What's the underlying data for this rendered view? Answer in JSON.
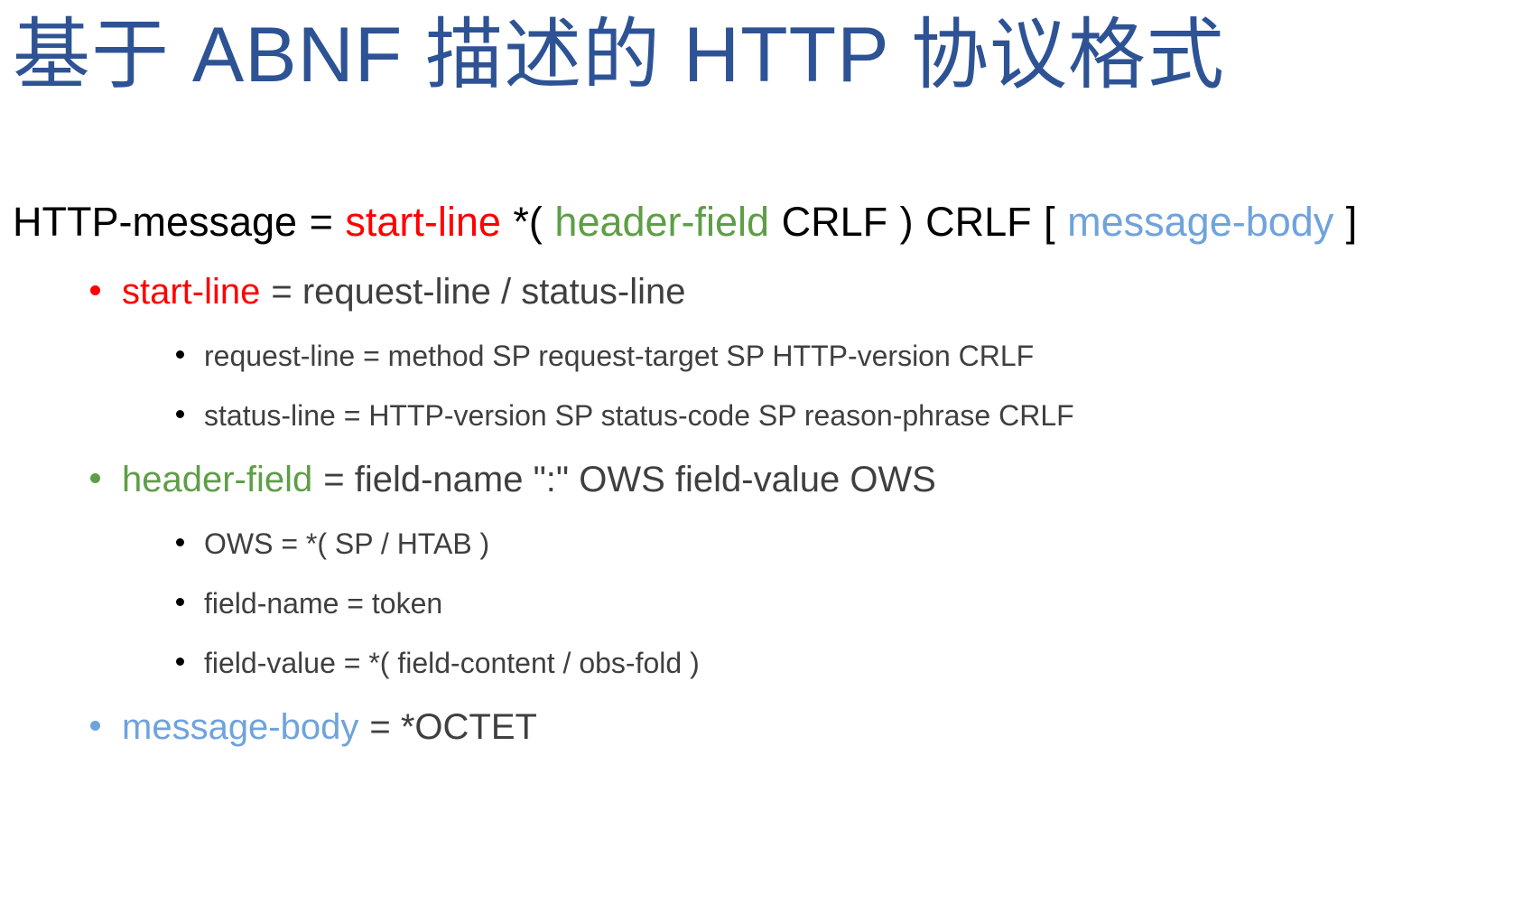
{
  "colors": {
    "title": "#2E5395",
    "start_line": "#FF0000",
    "header_field": "#5E9E46",
    "message_body": "#6FA3DC",
    "body_text": "#3F3F3F",
    "black": "#000000",
    "background": "#FFFFFF"
  },
  "title": "基于 ABNF 描述的 HTTP 协议格式",
  "content": {
    "http_message": {
      "lhs": "HTTP-message",
      "eq": "=",
      "start_line": "start-line",
      "star_paren_open": "*(",
      "header_field": "header-field",
      "crlf_1": "CRLF",
      "paren_close": ")",
      "crlf_2": "CRLF",
      "bracket_open": "[",
      "message_body": "message-body",
      "bracket_close": "]",
      "full": "HTTP-message = start-line *( header-field CRLF ) CRLF [ message-body ]"
    },
    "start_line": {
      "name": "start-line",
      "rest": "= request-line / status-line",
      "full": "start-line = request-line / status-line",
      "children": [
        {
          "text": "request-line = method SP request-target SP HTTP-version CRLF"
        },
        {
          "text": "status-line = HTTP-version SP status-code SP reason-phrase CRLF"
        }
      ]
    },
    "header_field": {
      "name": "header-field",
      "rest": "= field-name \":\" OWS field-value OWS",
      "full": "header-field = field-name \":\" OWS field-value OWS",
      "children": [
        {
          "text": "OWS = *( SP / HTAB )"
        },
        {
          "text": "field-name = token"
        },
        {
          "text": "field-value = *( field-content / obs-fold )"
        }
      ]
    },
    "message_body": {
      "name": "message-body",
      "rest": "= *OCTET",
      "full": "message-body = *OCTET"
    }
  }
}
